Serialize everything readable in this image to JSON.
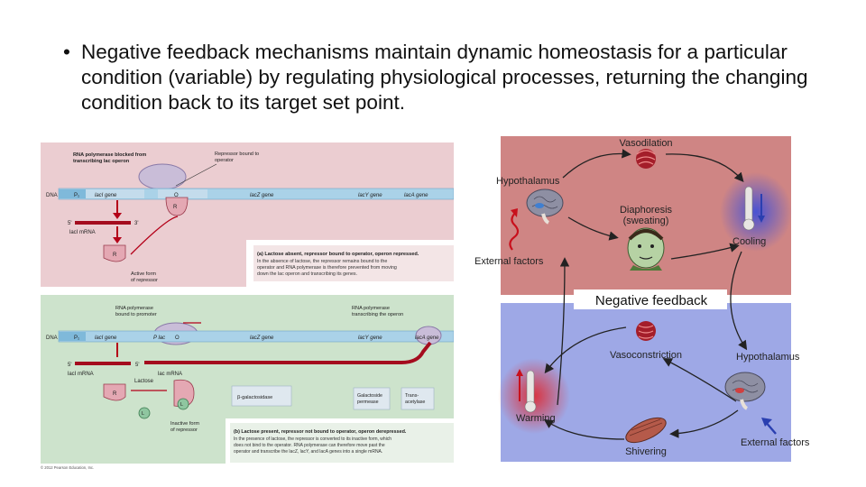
{
  "slide": {
    "bullet_symbol": "•",
    "bullet_text": "Negative feedback mechanisms maintain dynamic homeostasis for a particular condition (variable) by regulating physiological processes, returning the changing condition back to its target set point."
  },
  "lac_operon": {
    "panel_a": {
      "polymerase_blocked": "RNA polymerase blocked from",
      "polymerase_blocked2": "transcribing lac operon",
      "repressor_bound": "Repressor bound to",
      "repressor_bound2": "operator",
      "dna": "DNA",
      "p1": "P₁",
      "lacI": "lacI gene",
      "o": "O",
      "lacZ": "lacZ gene",
      "lacY": "lacY gene",
      "lacA": "lacA gene",
      "r": "R",
      "five_prime": "5'",
      "three_prime": "3'",
      "laci_mrna": "lacI mRNA",
      "active_form": "Active form",
      "of_repressor": "of repressor",
      "caption_title": "(a) Lactose absent, repressor bound to operator, operon repressed.",
      "caption_l1": "In the absence of lactose, the repressor remains bound to the",
      "caption_l2": "operator and RNA polymerase is therefore prevented from moving",
      "caption_l3": "down the lac operon and transcribing its genes."
    },
    "panel_b": {
      "polymerase_promoter": "RNA polymerase",
      "polymerase_promoter2": "bound to promoter",
      "polymerase_transcribing": "RNA polymerase",
      "polymerase_transcribing2": "transcribing the operon",
      "dna": "DNA",
      "p1": "P₁",
      "lacI": "lacI gene",
      "plac": "P lac",
      "o": "O",
      "lacZ": "lacZ gene",
      "lacY": "lacY gene",
      "lacA": "lacA gene",
      "five_prime": "5'",
      "three_prime": "3'",
      "laci_mrna": "lacI mRNA",
      "lac_mrna": "lac mRNA",
      "r": "R",
      "lactose": "Lactose",
      "l": "L",
      "beta_gal": "β-galactosidase",
      "galactoside": "Galactoside",
      "permease": "permease",
      "trans": "Trans-",
      "acetylase": "acetylase",
      "inactive_form": "Inactive form",
      "of_repressor": "of repressor",
      "caption_title": "(b) Lactose present, repressor not bound to operator, operon derepressed.",
      "caption_l1": "In the presence of lactose, the repressor is converted to its inactive form, which",
      "caption_l2": "does not bind to the operator. RNA polymerase can therefore move past the",
      "caption_l3": "operator and transcribe the lacZ, lacY, and lacA genes into a single mRNA.",
      "copyright": "© 2012 Pearson Education, Inc."
    }
  },
  "thermo": {
    "vasodilation": "Vasodilation",
    "hypothalamus_top": "Hypothalamus",
    "diaphoresis": "Diaphoresis",
    "sweating": "(sweating)",
    "cooling": "Cooling",
    "external_factors_top": "External factors",
    "negative_feedback": "Negative feedback",
    "vasoconstriction": "Vasoconstriction",
    "hypothalamus_bottom": "Hypothalamus",
    "warming": "Warming",
    "external_factors_bottom": "External factors",
    "shivering": "Shivering",
    "colors": {
      "hot_bg": "#cf8584",
      "cold_bg": "#9ea8e6",
      "arrow": "#222222",
      "red_accent": "#c8101c",
      "blue_accent": "#2a3fb0"
    }
  }
}
